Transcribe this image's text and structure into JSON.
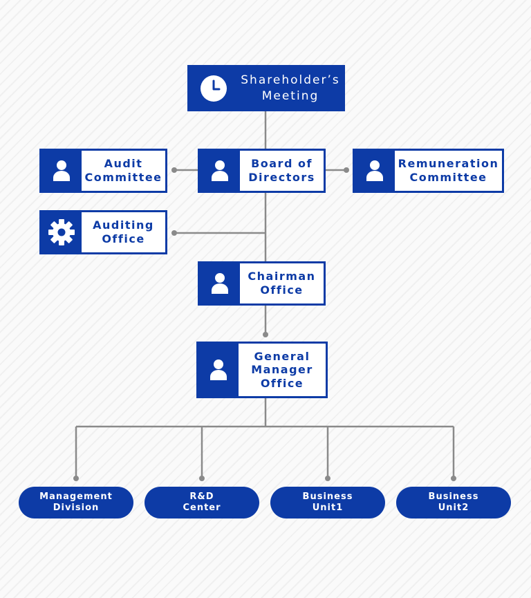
{
  "top": {
    "label": "Shareholder’s\nMeeting",
    "icon": "clock-icon"
  },
  "boxes": {
    "audit_committee": {
      "label": "Audit\nCommittee",
      "icon": "person-icon"
    },
    "board": {
      "label": "Board of\nDirectors",
      "icon": "person-icon"
    },
    "remuneration": {
      "label": "Remuneration\nCommittee",
      "icon": "person-icon"
    },
    "auditing_office": {
      "label": "Auditing\nOffice",
      "icon": "gear-icon"
    },
    "chairman": {
      "label": "Chairman\nOffice",
      "icon": "person-icon"
    },
    "general_manager": {
      "label": "General\nManager\nOffice",
      "icon": "person-icon"
    }
  },
  "divisions": [
    {
      "label": "Management\nDivision"
    },
    {
      "label": "R&D\nCenter"
    },
    {
      "label": "Business\nUnit1"
    },
    {
      "label": "Business\nUnit2"
    }
  ],
  "colors": {
    "primary": "#0d3ba6",
    "connector": "#8a8a8a"
  }
}
